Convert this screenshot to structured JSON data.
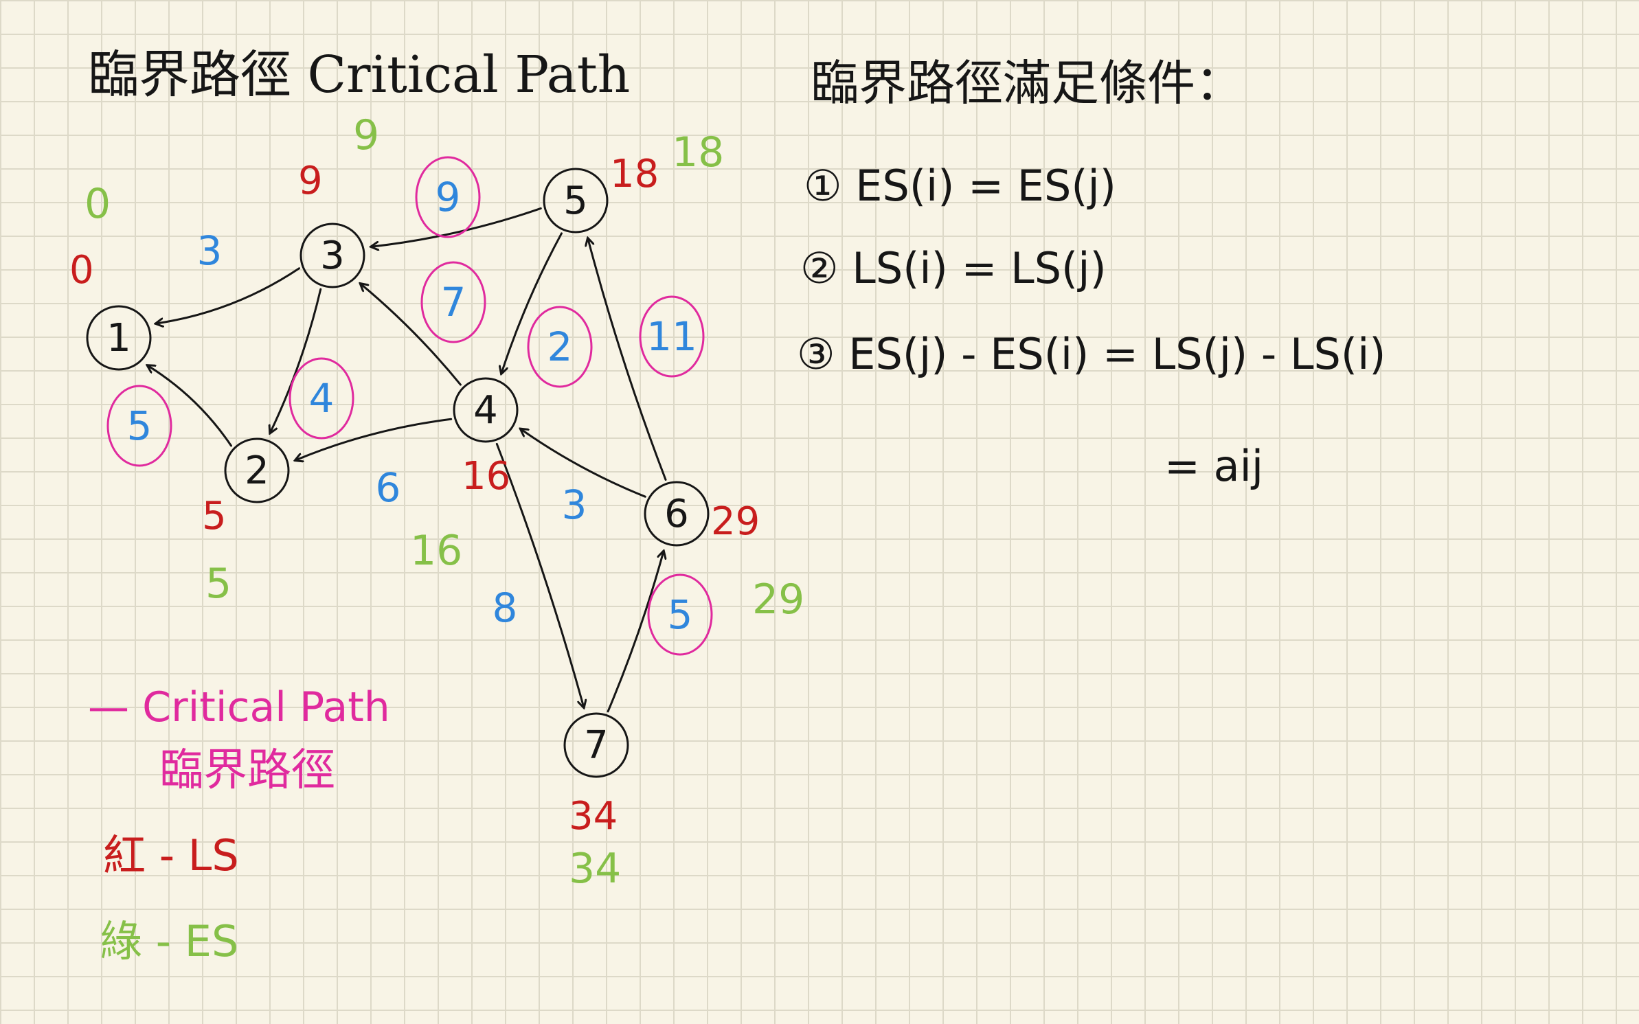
{
  "title": "臨界路徑 Critical Path",
  "conditions": {
    "heading": "臨界路徑滿足條件：",
    "items": [
      "① ES(i) = ES(j)",
      "② LS(i) = LS(j)",
      "③ ES(j) - ES(i) = LS(j) - LS(i)"
    ],
    "continuation": "= aij"
  },
  "legend": {
    "critical_path": "— Critical Path",
    "critical_path_zh": "臨界路徑",
    "red": "紅 - LS",
    "green": "綠 - ES"
  },
  "colors": {
    "background": "#f8f4e6",
    "grid": "#ddd9c8",
    "ink": "#161616",
    "LS": "#c81d1d",
    "ES": "#86c048",
    "weight": "#2f86dc",
    "critical": "#e02a9e"
  },
  "nodes": [
    {
      "id": "1",
      "ES": "0",
      "LS": "0"
    },
    {
      "id": "2",
      "ES": "5",
      "LS": "5"
    },
    {
      "id": "3",
      "ES": "9",
      "LS": "9"
    },
    {
      "id": "4",
      "ES": "16",
      "LS": "16"
    },
    {
      "id": "5",
      "ES": "18",
      "LS": "18"
    },
    {
      "id": "6",
      "ES": "29",
      "LS": "29"
    },
    {
      "id": "7",
      "ES": "34",
      "LS": "34"
    }
  ],
  "edges": [
    {
      "from": "3",
      "to": "1",
      "weight": "3",
      "critical": false
    },
    {
      "from": "2",
      "to": "1",
      "weight": "5",
      "critical": true
    },
    {
      "from": "3",
      "to": "2",
      "weight": "4",
      "critical": true
    },
    {
      "from": "5",
      "to": "3",
      "weight": "9",
      "critical": true
    },
    {
      "from": "4",
      "to": "3",
      "weight": "7",
      "critical": true
    },
    {
      "from": "5",
      "to": "4",
      "weight": "2",
      "critical": true
    },
    {
      "from": "4",
      "to": "2",
      "weight": "6",
      "critical": false
    },
    {
      "from": "6",
      "to": "5",
      "weight": "11",
      "critical": true
    },
    {
      "from": "6",
      "to": "4",
      "weight": "3",
      "critical": false
    },
    {
      "from": "4",
      "to": "7",
      "weight": "8",
      "critical": false
    },
    {
      "from": "7",
      "to": "6",
      "weight": "5",
      "critical": true
    }
  ]
}
